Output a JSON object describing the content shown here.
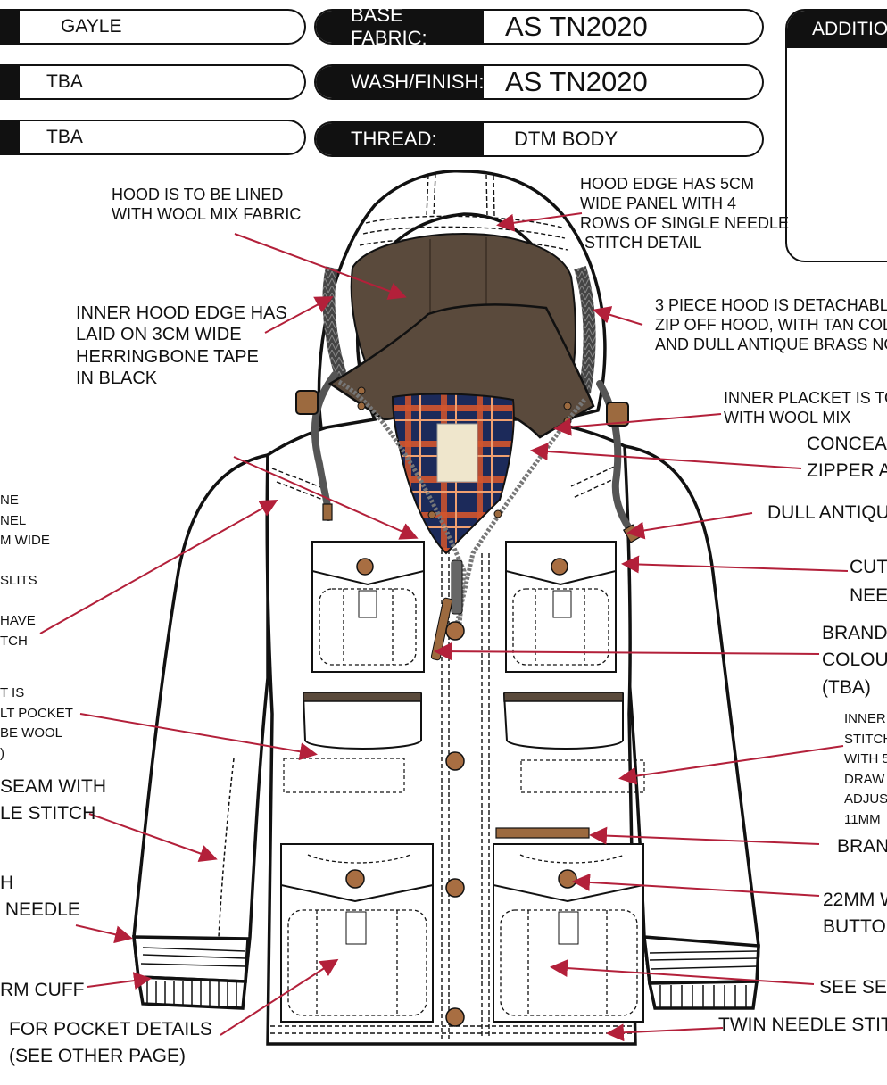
{
  "header": {
    "left_fields": [
      {
        "value": "GAYLE"
      },
      {
        "value": "TBA"
      },
      {
        "value": "TBA"
      }
    ],
    "right_fields": [
      {
        "label": "BASE FABRIC:",
        "value": "AS TN2020"
      },
      {
        "label": "WASH/FINISH:",
        "value": "AS TN2020"
      },
      {
        "label": "THREAD:",
        "value": "DTM BODY"
      }
    ],
    "additional_box_title": "ADDITIO"
  },
  "annotations": {
    "hood_lined": "HOOD IS TO BE LINED\nWITH WOOL MIX FABRIC",
    "hood_edge": "HOOD EDGE HAS 5CM\nWIDE PANEL WITH 4\nROWS OF SINGLE NEEDLE\n STITCH DETAIL",
    "inner_hood_edge": "INNER HOOD EDGE HAS\nLAID ON 3CM WIDE\nHERRINGBONE TAPE\nIN BLACK",
    "three_piece_hood": "3 PIECE HOOD IS DETACHABLE\nZIP OFF HOOD, WITH TAN COL\nAND DULL ANTIQUE BRASS NO",
    "inner_placket": "INNER PLACKET IS TO\nWITH WOOL MIX",
    "concealed": "CONCEA",
    "zipper": "ZIPPER A",
    "dull_antique": "DULL ANTIQU",
    "cut": "CUT",
    "nee": "NEE",
    "brand_colour": "BRAND\nCOLOU\n(TBA)",
    "inner_stitch": "INNER\nSTITCH\nWITH 5\nDRAW\nADJUS\n11MM",
    "bran": "BRAN",
    "button_22mm": "22MM W\nBUTTO",
    "see_sep": "SEE SEP",
    "twin_needle": "TWIN NEEDLE STIT",
    "pocket_details": "FOR POCKET DETAILS\n(SEE OTHER PAGE)",
    "rm_cuff": "RM CUFF",
    "h_needle": "H\n NEEDLE",
    "seam_with": "SEAM WITH\nLE STITCH",
    "left_small_1": "NE\nNEL\nM WIDE\n\nSLITS\n\nHAVE\nTCH",
    "left_small_2": "T IS\nLT POCKET\nBE WOOL\n)"
  },
  "colors": {
    "ink": "#111111",
    "arrow": "#b3203a",
    "wool": "#5a4a3c",
    "plaid_base": "#1c2a5a",
    "plaid_stripe": "#d2552d",
    "leather": "#9c6a3f",
    "button": "#a86e42"
  }
}
